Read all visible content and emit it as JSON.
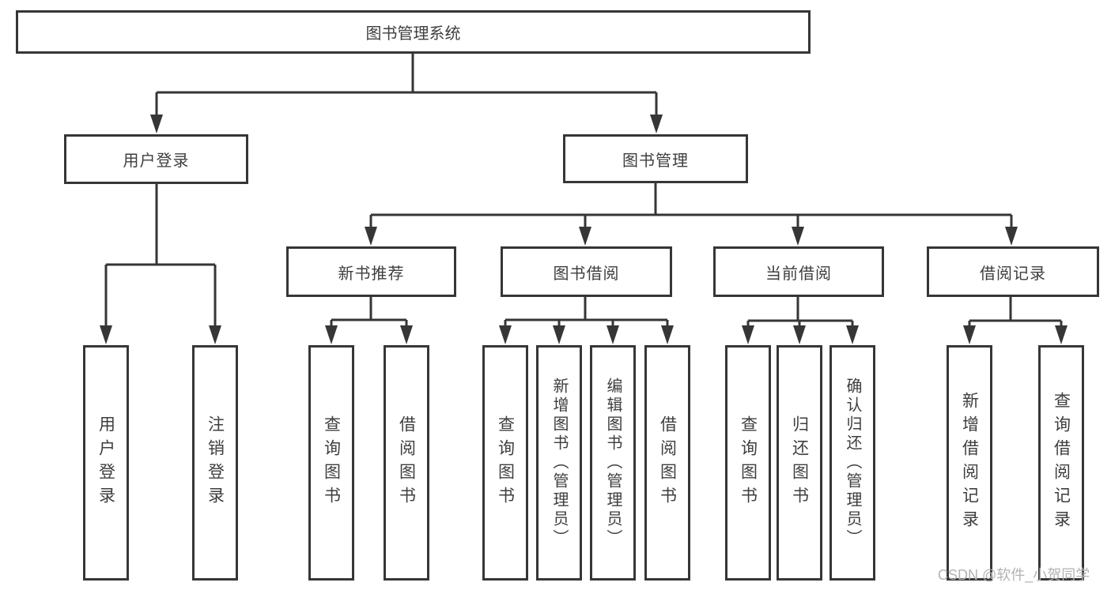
{
  "diagram": {
    "root": {
      "label": "图书管理系统"
    },
    "level2": [
      {
        "label": "用户登录"
      },
      {
        "label": "图书管理"
      }
    ],
    "level3": [
      {
        "label": "新书推荐",
        "parent": "图书管理"
      },
      {
        "label": "图书借阅",
        "parent": "图书管理"
      },
      {
        "label": "当前借阅",
        "parent": "图书管理"
      },
      {
        "label": "借阅记录",
        "parent": "图书管理"
      }
    ],
    "leaves": [
      {
        "label": "用户登录",
        "parent": "用户登录"
      },
      {
        "label": "注销登录",
        "parent": "用户登录"
      },
      {
        "label": "查询图书",
        "parent": "新书推荐"
      },
      {
        "label": "借阅图书",
        "parent": "新书推荐"
      },
      {
        "label": "查询图书",
        "parent": "图书借阅"
      },
      {
        "label": "新增图书（管理员）",
        "parent": "图书借阅"
      },
      {
        "label": "编辑图书（管理员）",
        "parent": "图书借阅"
      },
      {
        "label": "借阅图书",
        "parent": "图书借阅"
      },
      {
        "label": "查询图书",
        "parent": "当前借阅"
      },
      {
        "label": "归还图书",
        "parent": "当前借阅"
      },
      {
        "label": "确认归还（管理员）",
        "parent": "当前借阅"
      },
      {
        "label": "新增借阅记录",
        "parent": "借阅记录"
      },
      {
        "label": "查询借阅记录",
        "parent": "借阅记录"
      }
    ]
  },
  "watermark": {
    "text": "CSDN @软件_小贺同学"
  },
  "colors": {
    "line": "#363636",
    "box_border": "#363636",
    "box_fill": "#ffffff",
    "text": "#3e3e3e",
    "watermark": "#b3b3b3",
    "background": "#ffffff"
  }
}
